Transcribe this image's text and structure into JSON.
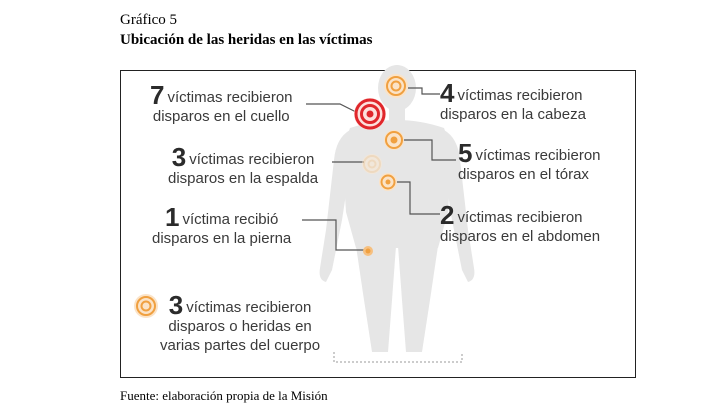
{
  "header": {
    "caption": "Gráfico 5",
    "title": "Ubicación de las heridas en las víctimas"
  },
  "source": "Fuente: elaboración propia de la Misión",
  "colors": {
    "silhouette": "#e6e6e6",
    "target_red": "#e0262b",
    "target_orange": "#f0a040",
    "target_light": "#f6cfa0",
    "leader_line": "#555555"
  },
  "diagram": {
    "labels": [
      {
        "id": "cuello",
        "count": "7",
        "line1": "víctimas recibieron",
        "line2": "disparos en el cuello",
        "icon": "target-red-icon",
        "victims": 7
      },
      {
        "id": "espalda",
        "count": "3",
        "line1": "víctimas recibieron",
        "line2": "disparos en la espalda",
        "icon": "target-faint-icon",
        "victims": 3
      },
      {
        "id": "pierna",
        "count": "1",
        "line1": "víctima recibió",
        "line2": "disparos en la pierna",
        "icon": "target-orange-small-icon",
        "victims": 1
      },
      {
        "id": "cabeza",
        "count": "4",
        "line1": "víctimas recibieron",
        "line2": "disparos en la cabeza",
        "icon": "target-orange-icon",
        "victims": 4
      },
      {
        "id": "torax",
        "count": "5",
        "line1": "víctimas recibieron",
        "line2": "disparos en el tórax",
        "icon": "target-orange-icon",
        "victims": 5
      },
      {
        "id": "abdomen",
        "count": "2",
        "line1": "víctimas recibieron",
        "line2": "disparos en el abdomen",
        "icon": "target-orange-small-icon",
        "victims": 2
      },
      {
        "id": "varias",
        "count": "3",
        "line1": "víctimas recibieron",
        "line2": "disparos o heridas en",
        "line3": "varias partes del cuerpo",
        "icon": "target-orange-icon",
        "victims": 3
      }
    ]
  }
}
